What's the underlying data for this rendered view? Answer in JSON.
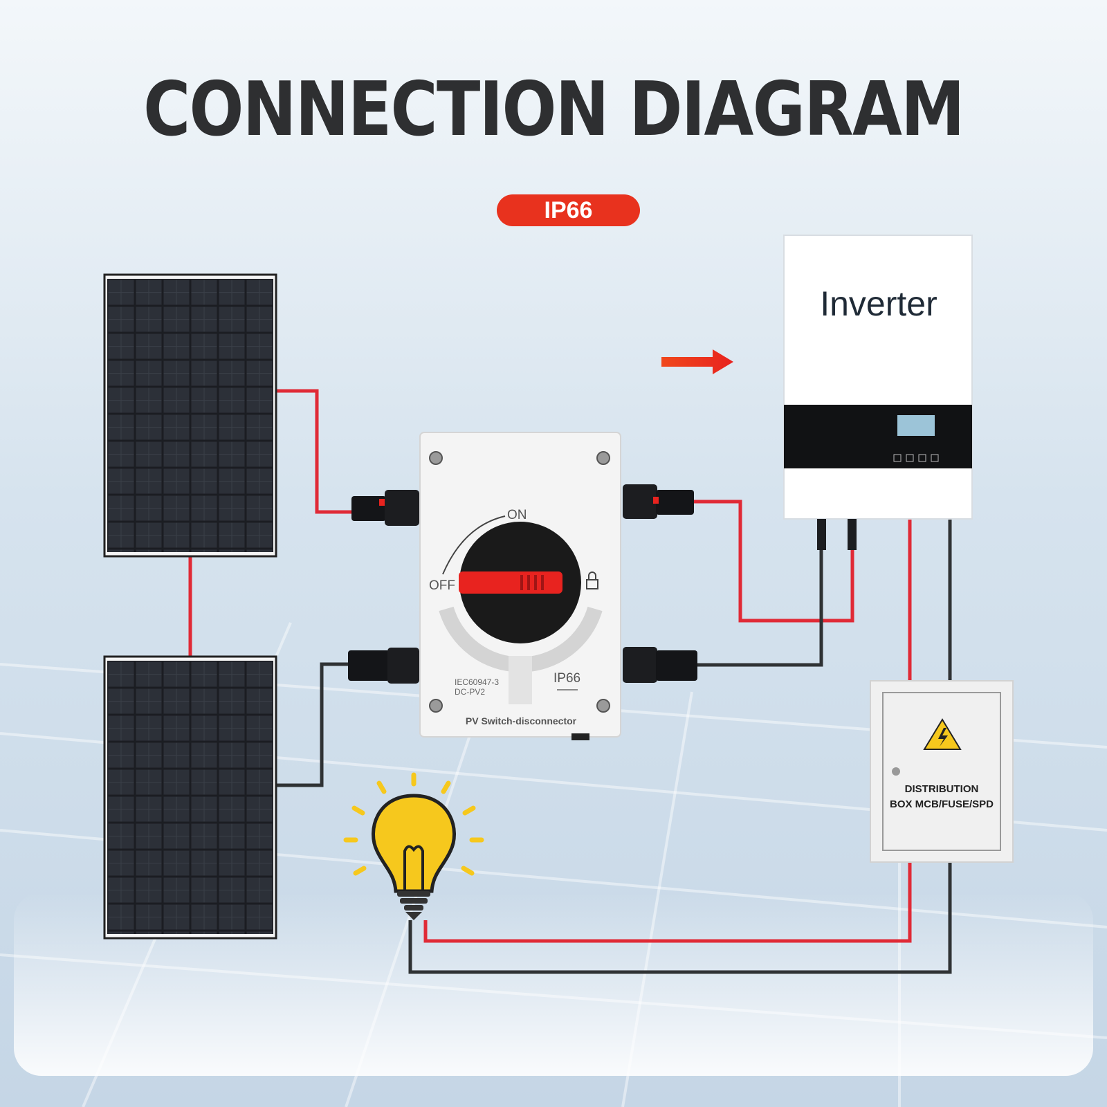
{
  "title": "CONNECTION DIAGRAM",
  "badge": {
    "text": "IP66",
    "color": "#e8321e"
  },
  "inverter": {
    "label": "Inverter"
  },
  "switch": {
    "on_label": "ON",
    "off_label": "OFF",
    "standard_line1": "IEC60947-3",
    "standard_line2": "DC-PV2",
    "ip_rating": "IP66",
    "name": "PV Switch-disconnector",
    "handle_color": "#e8231f"
  },
  "distribution_box": {
    "line1": "DISTRIBUTION",
    "line2": "BOX MCB/FUSE/SPD",
    "warning_icon": "high-voltage-icon"
  },
  "load": {
    "icon": "light-bulb-icon"
  },
  "wire_colors": {
    "positive": "#e02a36",
    "negative": "#2f3234"
  }
}
